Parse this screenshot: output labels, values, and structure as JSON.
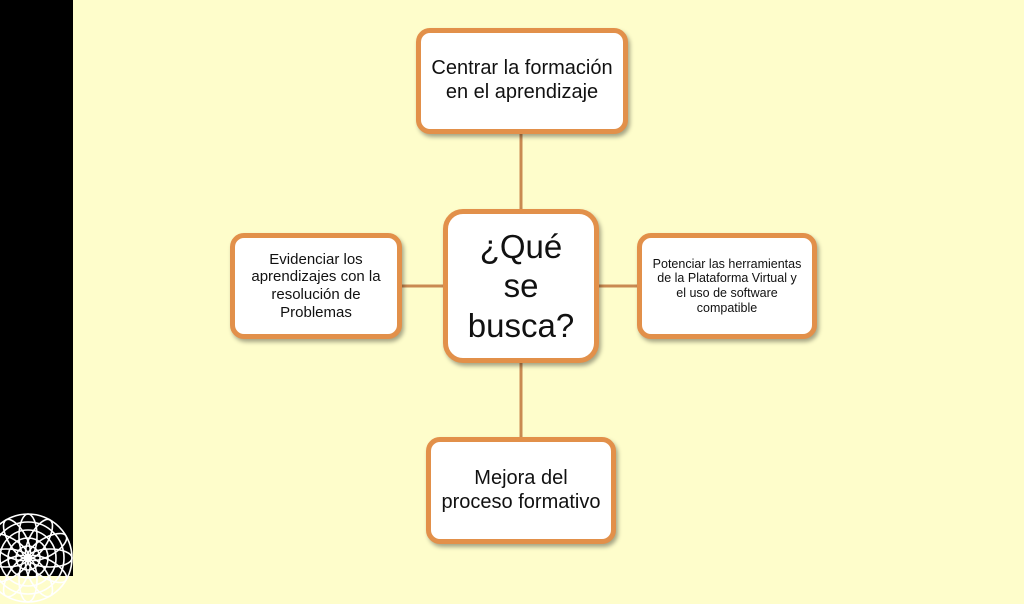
{
  "center": {
    "text": "¿Qué se busca?"
  },
  "nodes": {
    "top": "Centrar la formación en el aprendizaje",
    "left": "Evidenciar los aprendizajes con la resolución de Problemas",
    "right": "Potenciar las herramientas de la Plataforma Virtual y el uso de software compatible",
    "bottom": "Mejora del proceso formativo"
  },
  "colors": {
    "background": "#fefdcb",
    "side_bar": "#000000",
    "box_border": "#e2904a",
    "connector": "#c98a52",
    "box_fill": "#ffffff"
  },
  "icons": {
    "logo": "white-circular-lattice-logo"
  }
}
